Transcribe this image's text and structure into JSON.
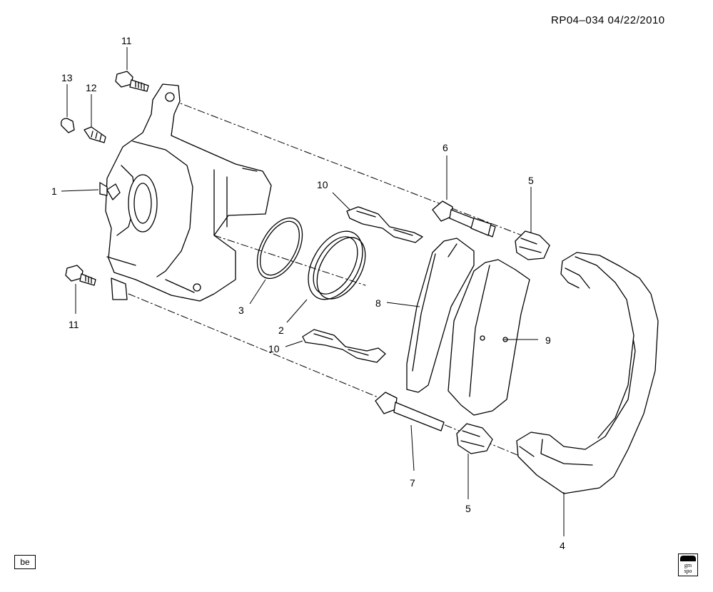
{
  "header": {
    "reference": "RP04–034  04/22/2010"
  },
  "callouts": [
    {
      "id": "c11a",
      "label": "11"
    },
    {
      "id": "c13",
      "label": "13"
    },
    {
      "id": "c12",
      "label": "12"
    },
    {
      "id": "c1",
      "label": "1"
    },
    {
      "id": "c11b",
      "label": "11"
    },
    {
      "id": "c3",
      "label": "3"
    },
    {
      "id": "c2",
      "label": "2"
    },
    {
      "id": "c10a",
      "label": "10"
    },
    {
      "id": "c10b",
      "label": "10"
    },
    {
      "id": "c6",
      "label": "6"
    },
    {
      "id": "c5a",
      "label": "5"
    },
    {
      "id": "c8",
      "label": "8"
    },
    {
      "id": "c9",
      "label": "9"
    },
    {
      "id": "c7",
      "label": "7"
    },
    {
      "id": "c5b",
      "label": "5"
    },
    {
      "id": "c4",
      "label": "4"
    }
  ],
  "footer": {
    "badge": "be",
    "logo_line1": "gm",
    "logo_line2": "spo"
  }
}
